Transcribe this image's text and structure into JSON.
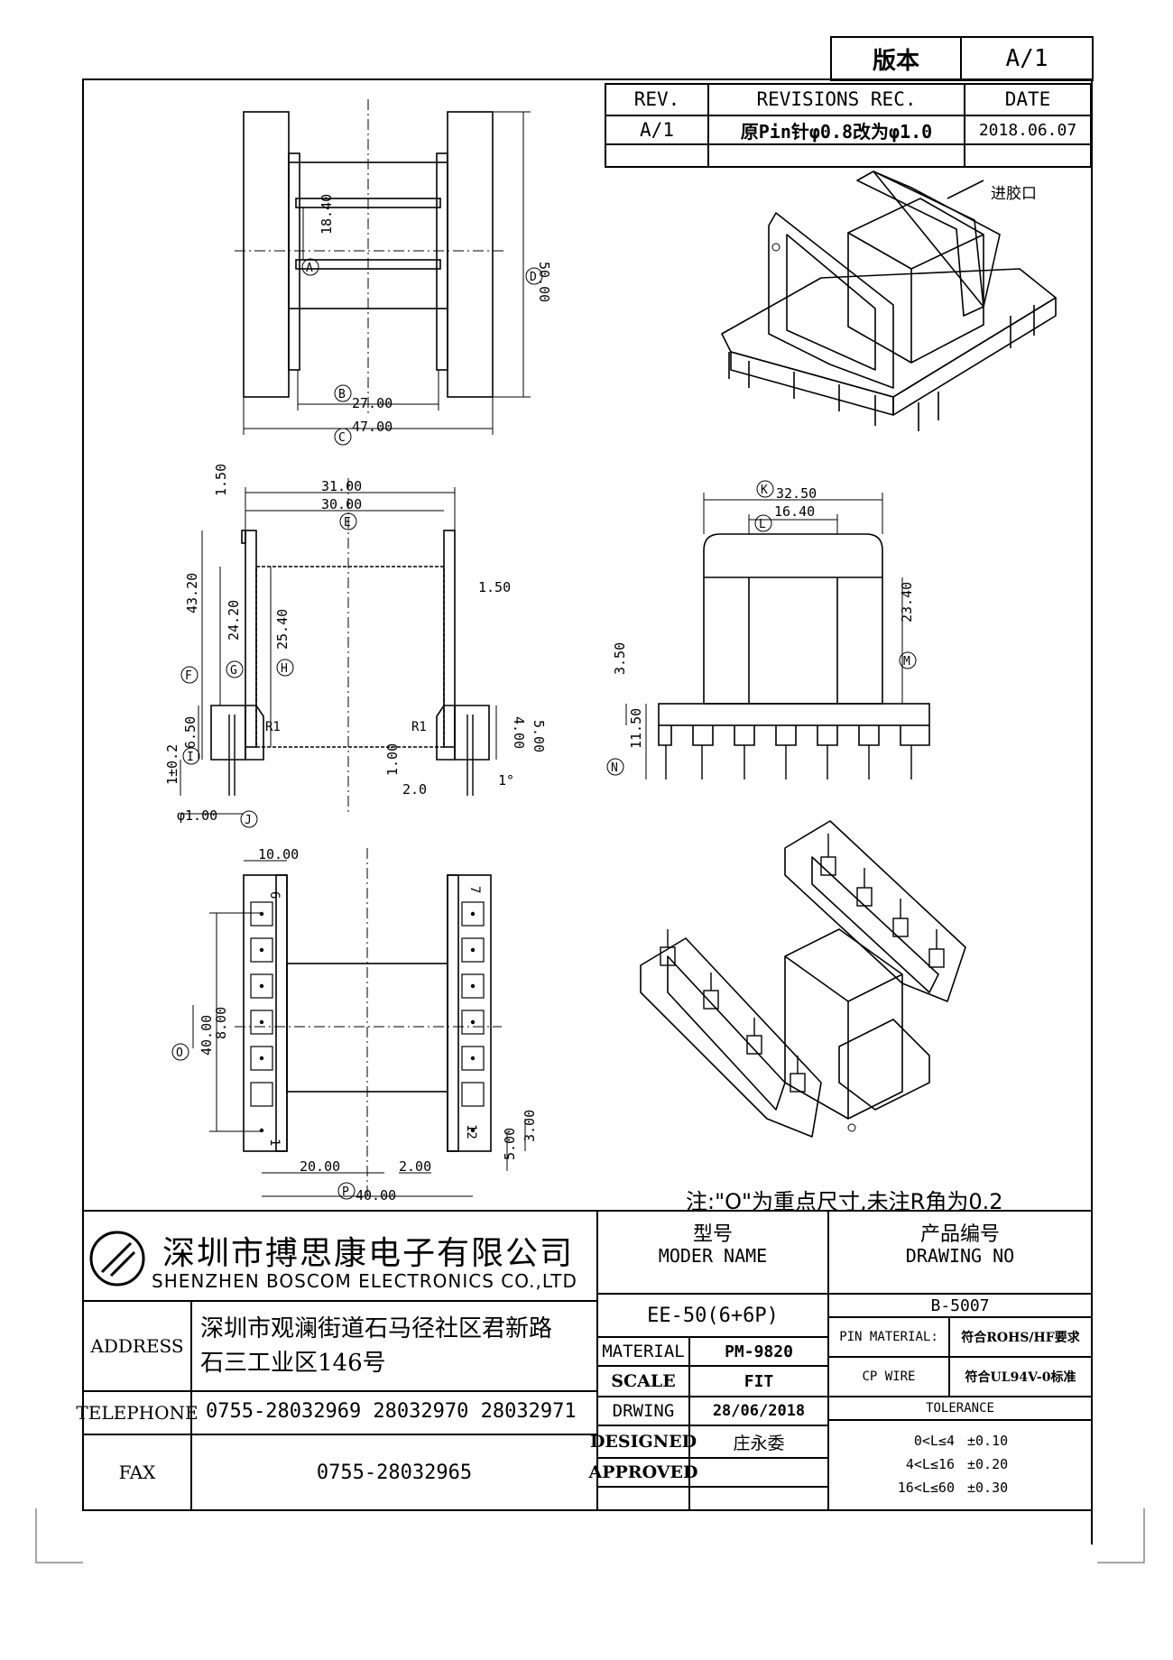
{
  "version_box": {
    "label": "版本",
    "value": "A/1"
  },
  "revision_table": {
    "headers": [
      "REV.",
      "REVISIONS REC.",
      "DATE"
    ],
    "rows": [
      [
        "A/1",
        "原Pin针φ0.8改为φ1.0",
        "2018.06.07"
      ],
      [
        "",
        "",
        ""
      ]
    ]
  },
  "iso_callout": "进胶口",
  "dimensions": {
    "top_view": {
      "a": "18.40",
      "b": "27.00",
      "c": "47.00",
      "d": "50.00",
      "mark_a": "A",
      "mark_b": "B",
      "mark_c": "C",
      "mark_d": "D"
    },
    "side_view": {
      "w_top": "31.00",
      "e": "30.00",
      "t": "1.50",
      "wall": "1.50",
      "f": "43.20",
      "g": "24.20",
      "h": "25.40",
      "base": "6.50",
      "pin_len": "1±0.2",
      "pin_d": "φ1.00",
      "r_left": "R1",
      "r_right": "R1",
      "h4": "4.00",
      "h5": "5.00",
      "h1": "1.00",
      "off2": "2.0",
      "ang": "1°",
      "mark_e": "E",
      "mark_f": "F",
      "mark_g": "G",
      "mark_h": "H",
      "mark_i": "I",
      "mark_j": "J"
    },
    "front_view": {
      "k": "32.50",
      "l": "16.40",
      "m": "23.40",
      "n": "11.50",
      "s": "3.50",
      "mark_k": "K",
      "mark_l": "L",
      "mark_m": "M",
      "mark_n": "N"
    },
    "bottom_view": {
      "w10": "10.00",
      "o": "40.00",
      "p8": "8.00",
      "q20": "20.00",
      "q2": "2.00",
      "p": "40.00",
      "d5": "5.00",
      "d3": "3.00",
      "pin1": "1",
      "pin6": "6",
      "pin7": "7",
      "pin12": "12",
      "mark_o": "O",
      "mark_p": "P"
    }
  },
  "note": "注:\"O\"为重点尺寸,未注R角为0.2",
  "company": {
    "name_cn": "深圳市搏思康电子有限公司",
    "name_en": "SHENZHEN  BOSCOM  ELECTRONICS  CO.,LTD"
  },
  "title_block": {
    "model_label_cn": "型号",
    "model_label_en": "MODER NAME",
    "drawing_label_cn": "产品编号",
    "drawing_label_en": "DRAWING NO",
    "model_value": "EE-50(6+6P)",
    "drawing_value": "B-5007",
    "address_label": "ADDRESS",
    "address_line1": "深圳市观澜街道石马径社区君新路",
    "address_line2": "石三工业区146号",
    "telephone_label": "TELEPHONE",
    "telephone_value": "0755-28032969 28032970 28032971",
    "fax_label": "FAX",
    "fax_value": "0755-28032965",
    "material_label": "MATERIAL",
    "material_value": "PM-9820",
    "scale_label": "SCALE",
    "scale_value": "FIT",
    "drwing_label": "DRWING",
    "drwing_value": "28/06/2018",
    "designed_label": "DESIGNED",
    "designed_value": "庄永委",
    "approved_label": "APPROVED",
    "approved_value": "",
    "pin_material_label": "PIN MATERIAL:",
    "pin_material_value": "符合ROHS/HF要求",
    "cp_wire_label": "CP WIRE",
    "cp_wire_value": "符合UL94V-0标准",
    "tolerance_label": "TOLERANCE",
    "tolerance": [
      {
        "range": "0<L≤4",
        "value": "±0.10"
      },
      {
        "range": "4<L≤16",
        "value": "±0.20"
      },
      {
        "range": "16<L≤60",
        "value": "±0.30"
      }
    ]
  }
}
